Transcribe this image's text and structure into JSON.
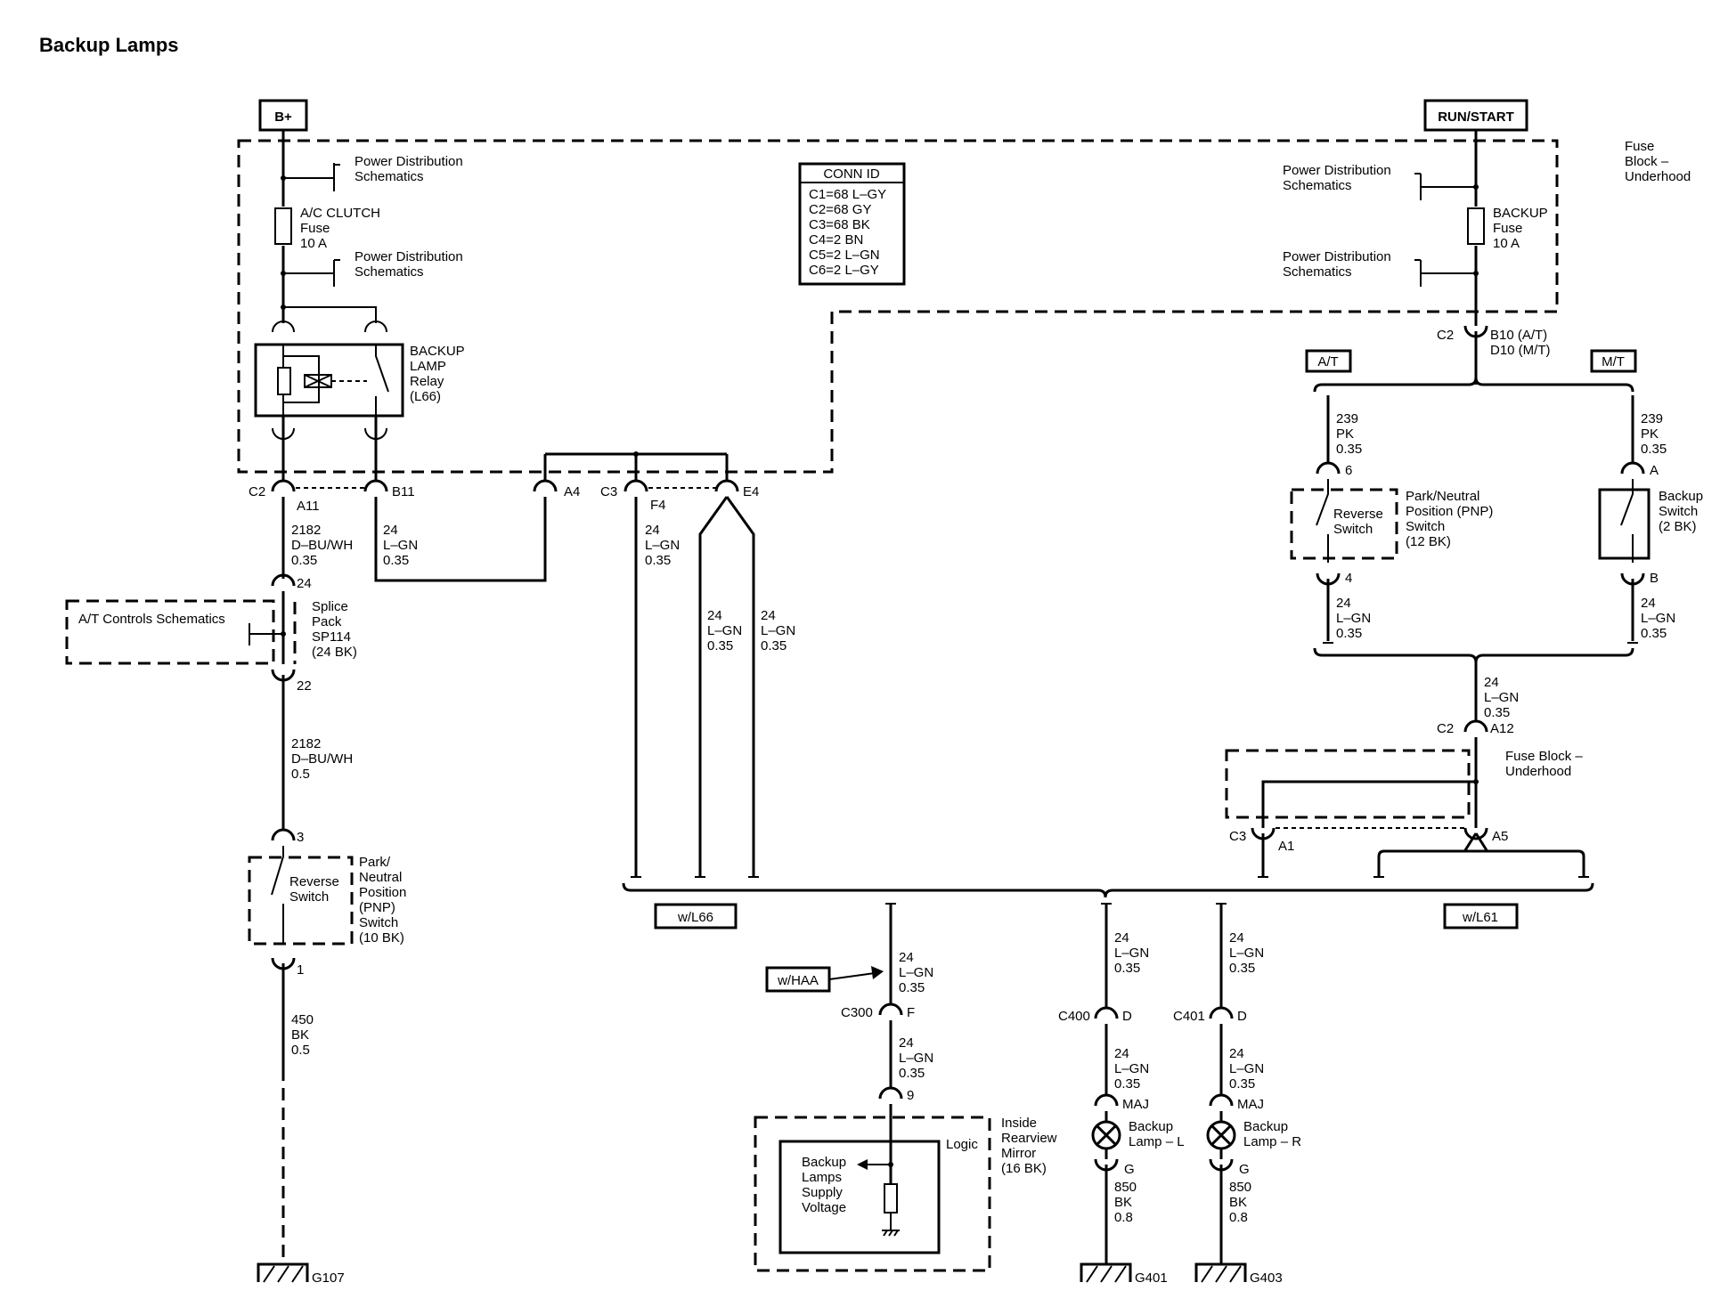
{
  "title": "Backup Lamps",
  "power": {
    "bplus": "B+",
    "runstart": "RUN/START"
  },
  "fuse_block": [
    "Fuse",
    "Block –",
    "Underhood"
  ],
  "pds": [
    "Power Distribution",
    "Schematics"
  ],
  "ac_fuse": [
    "A/C CLUTCH",
    "Fuse",
    "10 A"
  ],
  "backup_fuse": [
    "BACKUP",
    "Fuse",
    "10 A"
  ],
  "relay": [
    "BACKUP",
    "LAMP",
    "Relay",
    "(L66)"
  ],
  "conn_id": {
    "title": "CONN ID",
    "lines": [
      "C1=68 L–GY",
      "C2=68 GY",
      "C3=68 BK",
      "C4=2 BN",
      "C5=2 L–GN",
      "C6=2 L–GY"
    ]
  },
  "connectors": {
    "c2": "C2",
    "c3": "C3",
    "a11": "A11",
    "b11": "B11",
    "a4": "A4",
    "f4": "F4",
    "e4": "E4",
    "b10": "B10 (A/T)",
    "d10": "D10 (M/T)",
    "a12": "A12",
    "a1": "A1",
    "a5": "A5",
    "c300": "C300",
    "c400": "C400",
    "c401": "C401",
    "f": "F",
    "d": "D",
    "maj": "MAJ",
    "g": "G",
    "p24": "24",
    "p22": "22",
    "p3": "3",
    "p1": "1",
    "p6": "6",
    "p4": "4",
    "pA": "A",
    "pB": "B",
    "p9": "9"
  },
  "wires": {
    "w2182_035": [
      "2182",
      "D–BU/WH",
      "0.35"
    ],
    "w2182_05": [
      "2182",
      "D–BU/WH",
      "0.5"
    ],
    "w24_035": [
      "24",
      "L–GN",
      "0.35"
    ],
    "w239": [
      "239",
      "PK",
      "0.35"
    ],
    "w450": [
      "450",
      "BK",
      "0.5"
    ],
    "w850": [
      "850",
      "BK",
      "0.8"
    ]
  },
  "options": {
    "at": "A/T",
    "mt": "M/T",
    "wl66": "w/L66",
    "wl61": "w/L61",
    "whaa": "w/HAA"
  },
  "at_controls": "A/T Controls Schematics",
  "splice": [
    "Splice",
    "Pack",
    "SP114",
    "(24 BK)"
  ],
  "pnp_left": [
    "Park/",
    "Neutral",
    "Position",
    "(PNP)",
    "Switch",
    "(10 BK)"
  ],
  "pnp_right": [
    "Park/Neutral",
    "Position (PNP)",
    "Switch",
    "(12 BK)"
  ],
  "reverse_switch": [
    "Reverse",
    "Switch"
  ],
  "backup_switch": [
    "Backup",
    "Switch",
    "(2 BK)"
  ],
  "fuse_block_underhood": [
    "Fuse Block –",
    "Underhood"
  ],
  "mirror": [
    "Inside",
    "Rearview",
    "Mirror",
    "(16 BK)"
  ],
  "logic": "Logic",
  "supply": [
    "Backup",
    "Lamps",
    "Supply",
    "Voltage"
  ],
  "lamp_l": [
    "Backup",
    "Lamp – L"
  ],
  "lamp_r": [
    "Backup",
    "Lamp – R"
  ],
  "grounds": {
    "g107": "G107",
    "g401": "G401",
    "g403": "G403"
  }
}
